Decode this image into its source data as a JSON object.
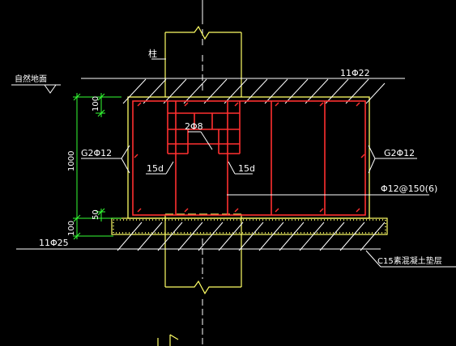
{
  "colors": {
    "background": "#000000",
    "column": "#ffff66",
    "rebar": "#ff3030",
    "dimension": "#33ff33",
    "leader": "#ffffff",
    "concrete_hatch": "#ffff66"
  },
  "labels": {
    "column": "柱",
    "ground": "自然地面",
    "top_rebar": "11Φ22",
    "stirrup_pair": "2Φ8",
    "side_left": "G2Φ12",
    "side_right": "G2Φ12",
    "anchor_left": "15d",
    "anchor_right": "15d",
    "stirrup_spacing": "Φ12@150(6)",
    "bottom_rebar": "11Φ25",
    "cushion": "C15素混凝土垫层"
  },
  "dimensions": {
    "top_cover": "100",
    "height": "1000",
    "bottom_cover": "50",
    "cushion_thickness": "100"
  }
}
